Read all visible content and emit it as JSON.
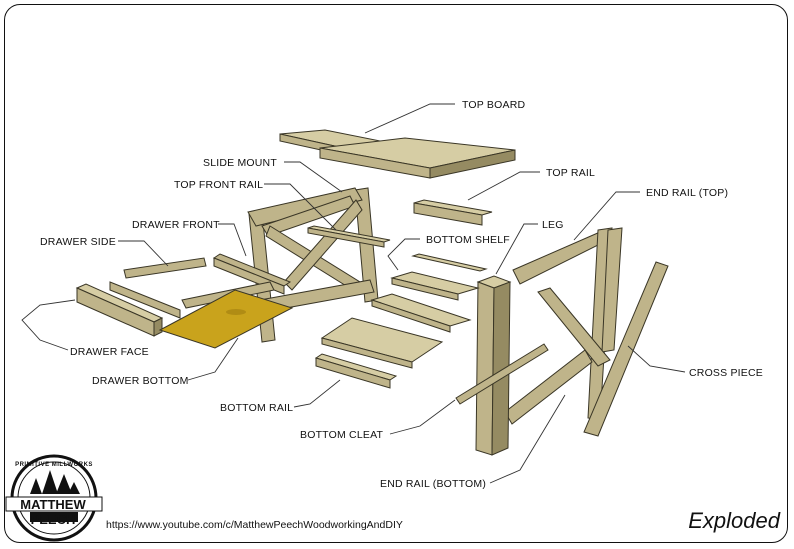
{
  "labels": {
    "top_board": "TOP BOARD",
    "slide_mount": "SLIDE MOUNT",
    "top_front_rail": "TOP FRONT RAIL",
    "top_rail": "TOP RAIL",
    "end_rail_top": "END RAIL (TOP)",
    "drawer_front": "DRAWER FRONT",
    "leg": "LEG",
    "drawer_side": "DRAWER SIDE",
    "bottom_shelf": "BOTTOM SHELF",
    "drawer_face": "DRAWER FACE",
    "cross_piece": "CROSS PIECE",
    "drawer_bottom": "DRAWER BOTTOM",
    "bottom_rail": "BOTTOM RAIL",
    "bottom_cleat": "BOTTOM CLEAT",
    "end_rail_bottom": "END RAIL (BOTTOM)"
  },
  "logo": {
    "name": "MATTHEW PEECH",
    "tagline": "PRIMITIVE MILLWORKS"
  },
  "footer": {
    "url": "https://www.youtube.com/c/MatthewPeechWoodworkingAndDIY",
    "view_name": "Exploded"
  },
  "colors": {
    "wood": "#bfb48a",
    "wood_dark": "#8f8660",
    "wood_top": "#d8cfa8",
    "drawer_bottom": "#c9a31c"
  }
}
